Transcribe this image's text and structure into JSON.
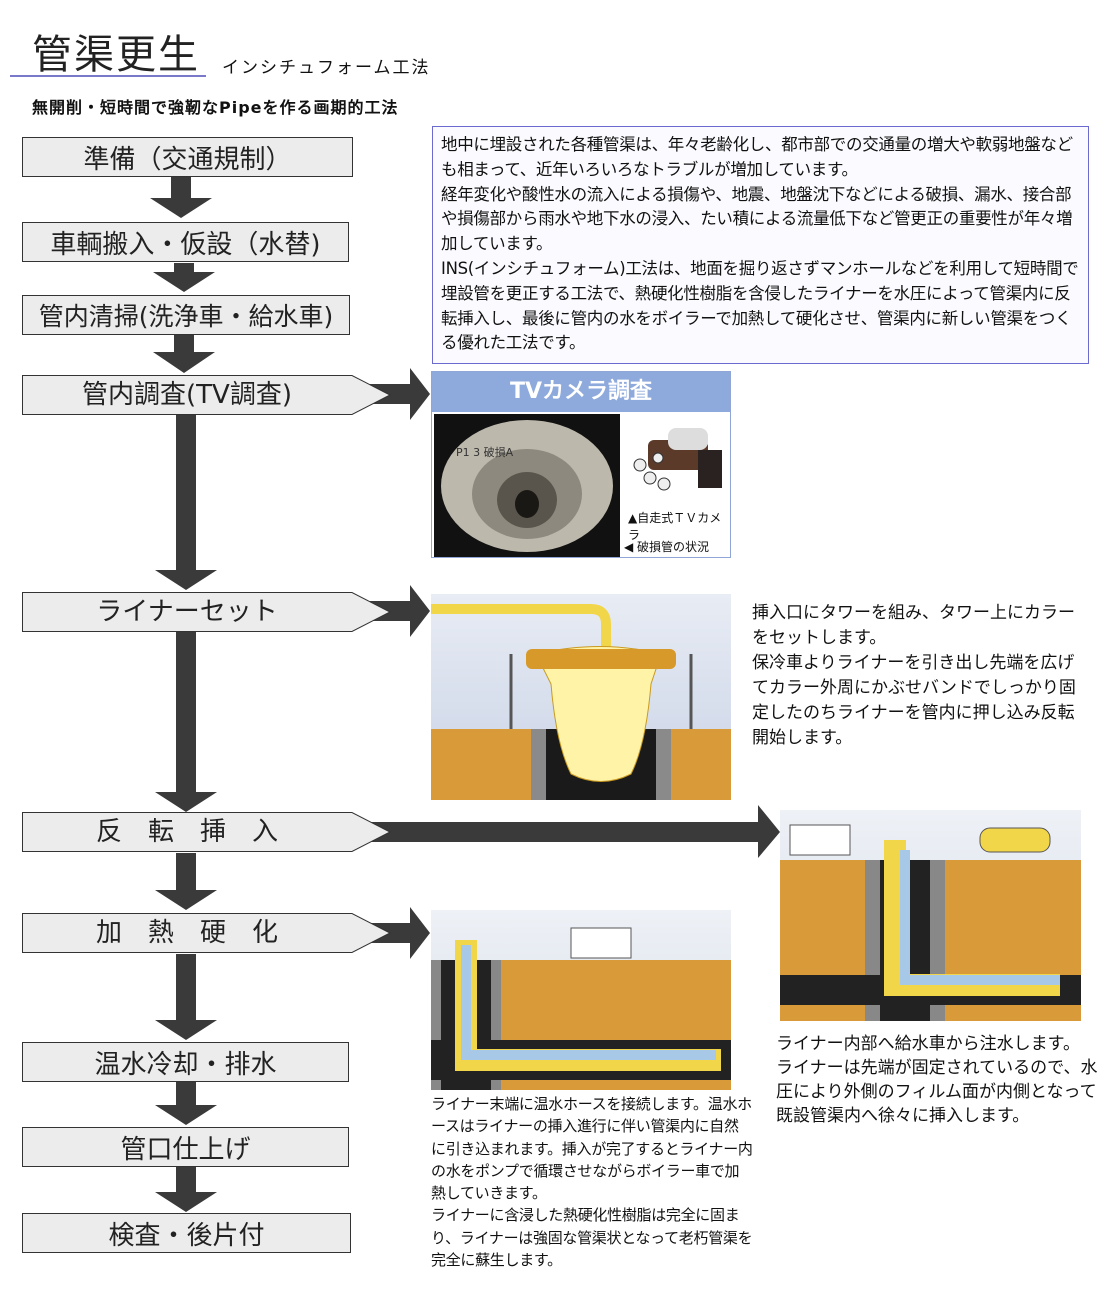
{
  "header": {
    "title": "管渠更生",
    "subtitle": "インシチュフォーム工法",
    "tagline": "無開削・短時間で強靭なPipeを作る画期的工法"
  },
  "steps": [
    {
      "label": "準備（交通規制）"
    },
    {
      "label": "車輌搬入・仮設（水替)"
    },
    {
      "label": "管内清掃(洗浄車・給水車)"
    },
    {
      "label": "管内調査(TV調査)"
    },
    {
      "label": "ライナーセット"
    },
    {
      "label": "反　転　挿　入"
    },
    {
      "label": "加　熱　硬　化"
    },
    {
      "label": "温水冷却・排水"
    },
    {
      "label": "管口仕上げ"
    },
    {
      "label": "検査・後片付"
    }
  ],
  "intro_text": "地中に埋設された各種管渠は、年々老齢化し、都市部での交通量の増大や軟弱地盤なども相まって、近年いろいろなトラブルが増加しています。\n経年変化や酸性水の流入による損傷や、地震、地盤沈下などによる破損、漏水、接合部や損傷部から雨水や地下水の浸入、たい積による流量低下など管更正の重要性が年々増加しています。\nINS(インシチュフォーム)工法は、地面を掘り返さずマンホールなどを利用して短時間で埋設管を更正する工法で、熱硬化性樹脂を含侵したライナーを水圧によって管渠内に反転挿入し、最後に管内の水をボイラーで加熱して硬化させ、管渠内に新しい管渠をつくる優れた工法です。",
  "tv_panel": {
    "title": "TVカメラ調査",
    "screen_label": "P1 3 破損A",
    "camera_caption": "▲自走式ＴＶカメラ",
    "pipe_caption": "◀ 破損管の状況"
  },
  "liner_text": "挿入口にタワーを組み、タワー上にカラーをセットします。\n保冷車よりライナーを引き出し先端を広げてカラー外周にかぶせバンドでしっかり固定したのちライナーを管内に押し込み反転開始します。",
  "insert_text": "ライナー内部へ給水車から注水します。\nライナーは先端が固定されているので、水圧により外側のフィルム面が内側となって既設管渠内へ徐々に挿入します。",
  "heat_text": "ライナー末端に温水ホースを接続します。温水ホースはライナーの挿入進行に伴い管渠内に自然に引き込まれます。挿入が完了するとライナー内の水をポンプで循環させながらボイラー車で加熱していきます。\nライナーに含浸した熱硬化性樹脂は完全に固まり、ライナーは強固な管渠状となって老朽管渠を完全に蘇生します。",
  "colors": {
    "arrow": "#3a3a3a",
    "box_fill": "#ececec",
    "border_blue": "#6a6ad0",
    "soil": "#d99a3a",
    "liner": "#f2d64a",
    "water": "#a8c8e8"
  }
}
